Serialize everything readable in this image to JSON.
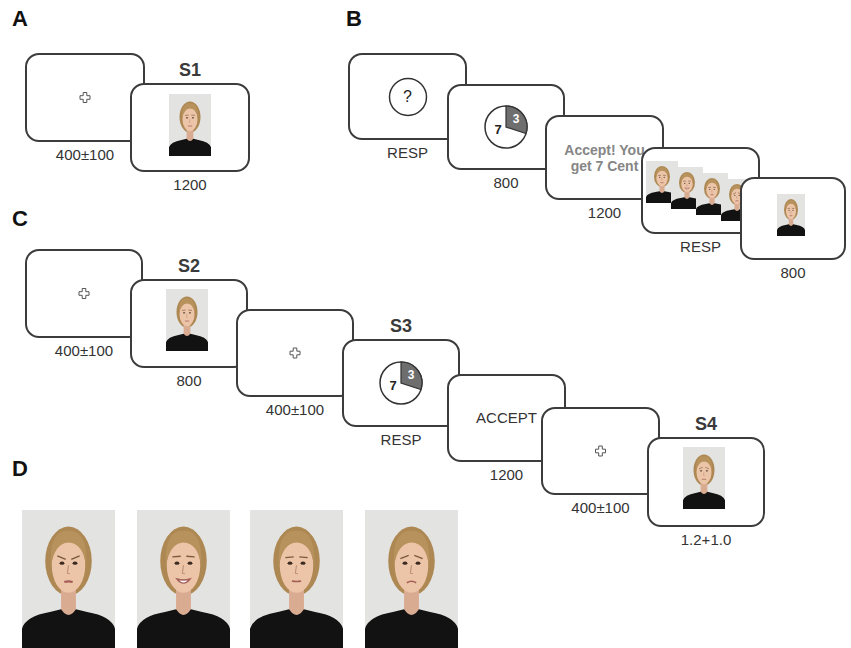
{
  "diagram": {
    "nodes": [
      {
        "text": [
          "400±100"
        ]
      },
      {
        "text": [
          "S1",
          "1200"
        ]
      },
      {
        "text": [
          "RESP"
        ]
      },
      {
        "text": [
          "?"
        ],
        "in": 2
      },
      {
        "text": [
          "800"
        ]
      },
      {
        "text": [
          "7",
          "3"
        ],
        "in": 4
      },
      {
        "text": [
          "Accept! You get 7 Cent",
          "1200"
        ]
      },
      {
        "text": [
          "RESP"
        ]
      },
      {
        "text": [
          "800"
        ]
      },
      {
        "text": [
          "400±100"
        ]
      },
      {
        "text": [
          "S2",
          "800"
        ]
      },
      {
        "text": [
          "400±100"
        ]
      },
      {
        "text": [
          "S3",
          "RESP"
        ]
      },
      {
        "text": [
          "7",
          "3"
        ],
        "in": 12
      },
      {
        "text": [
          "ACCEPT",
          "1200"
        ]
      },
      {
        "text": [
          "400±100"
        ]
      },
      {
        "text": [
          "S4",
          "1.2+1.0"
        ]
      }
    ],
    "labels": [
      "A",
      "B",
      "C",
      "D"
    ]
  }
}
